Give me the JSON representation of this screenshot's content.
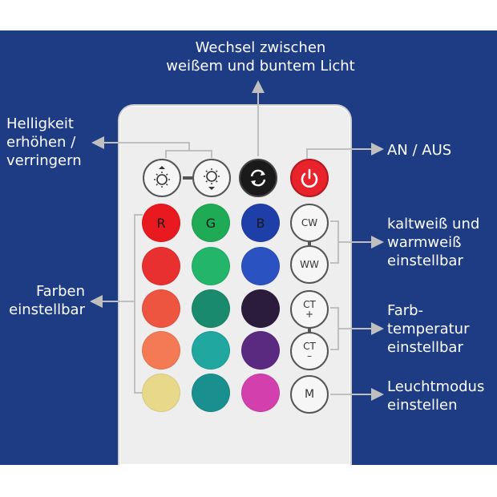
{
  "labels": {
    "mode_switch": "Wechsel zwischen\nweißem und buntem Licht",
    "brightness": "Helligkeit\nerhöhen /\nverringern",
    "power": "AN / AUS",
    "colors": "Farben\neinstellbar",
    "cold_warm": "kaltweiß und\nwarmweiß\neinstellbar",
    "color_temp": "Farb-\ntemperatur\neinstellbar",
    "light_mode": "Leuchtmodus\neinstellen"
  },
  "buttons": {
    "r": "R",
    "g": "G",
    "b": "B",
    "cw": "CW",
    "ww": "WW",
    "ct_up": "CT\n+",
    "ct_down": "CT\n–",
    "mode": "M"
  },
  "colors": {
    "background": "#1d3c84",
    "annotation": "#ffffff",
    "arrow": "#bfbfbf",
    "row1": [
      "#e8191f",
      "#1faa55",
      "#1f3fa8"
    ],
    "row2": [
      "#e83030",
      "#23b56a",
      "#2a52c0"
    ],
    "row3": [
      "#ee5540",
      "#1a8a6c",
      "#2b1c3c"
    ],
    "row4": [
      "#f47a55",
      "#1fa7a0",
      "#5a2a80"
    ],
    "row5": [
      "#e8d98a",
      "#1a8f8f",
      "#d43fae"
    ]
  },
  "icons": [
    "brightness-up-icon",
    "brightness-down-icon",
    "cycle-icon",
    "power-icon"
  ]
}
